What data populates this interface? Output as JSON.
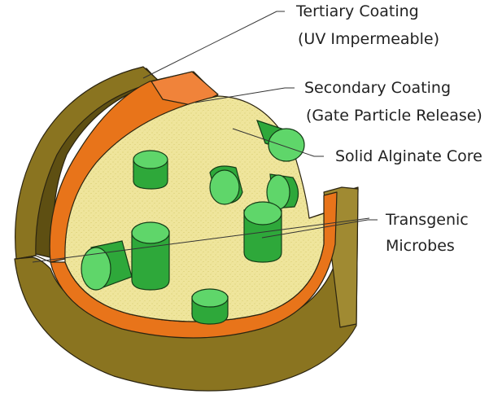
{
  "labels": {
    "tertiary_line1": "Tertiary Coating",
    "tertiary_line2": "(UV Impermeable)",
    "secondary_line1": "Secondary Coating",
    "secondary_line2": "(Gate Particle Release)",
    "core": "Solid Alginate Core",
    "microbes_line1": "Transgenic",
    "microbes_line2": "Microbes"
  },
  "colors": {
    "tertiary": "#8a7420",
    "tertiary_dark": "#5e4f12",
    "secondary": "#e8741a",
    "core": "#eee49a",
    "core_shade": "#d8cc73",
    "microbe": "#2ea83a",
    "microbe_top": "#5fd66a"
  }
}
